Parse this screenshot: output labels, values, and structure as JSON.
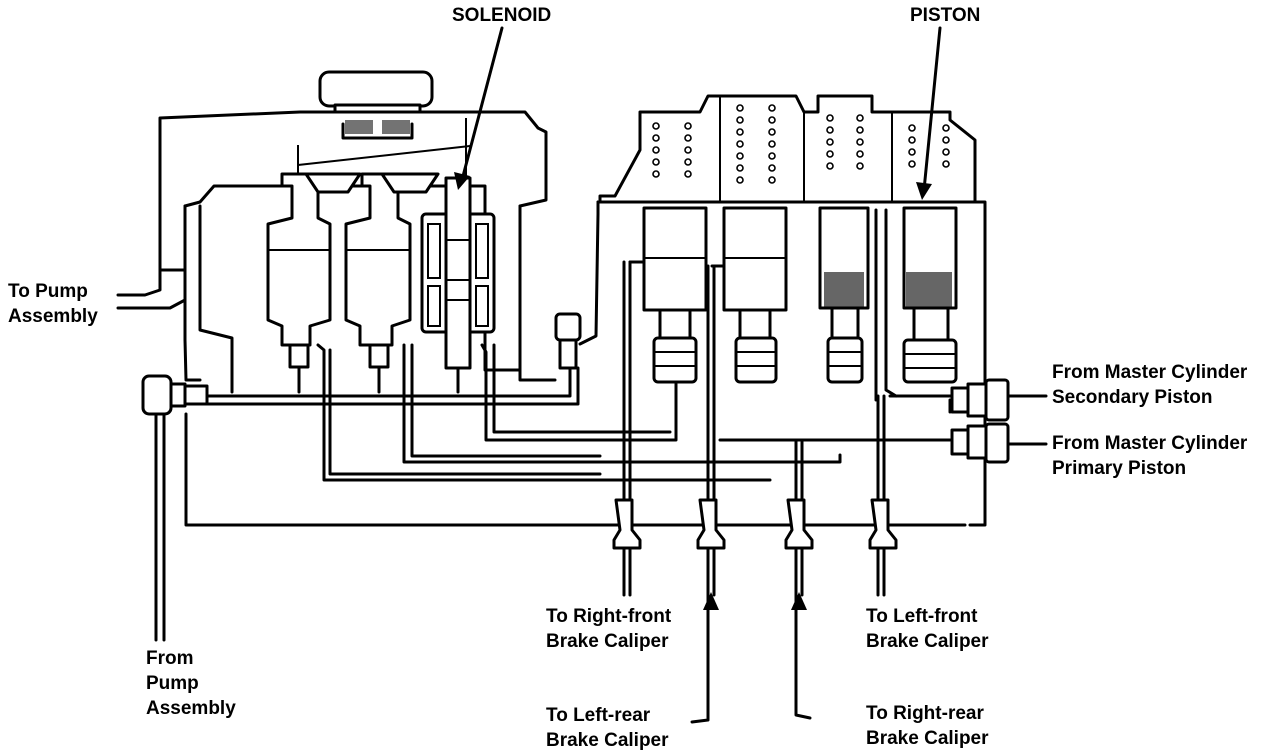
{
  "labels": {
    "solenoid": "SOLENOID",
    "piston": "PISTON",
    "to_pump": [
      "To Pump",
      "Assembly"
    ],
    "from_pump": [
      "From",
      "Pump",
      "Assembly"
    ],
    "from_secondary": [
      "From Master Cylinder",
      "Secondary Piston"
    ],
    "from_primary": [
      "From Master Cylinder",
      "Primary Piston"
    ],
    "right_front": [
      "To Right-front",
      "Brake Caliper"
    ],
    "left_front": [
      "To Left-front",
      "Brake Caliper"
    ],
    "left_rear": [
      "To Left-rear",
      "Brake Caliper"
    ],
    "right_rear": [
      "To Right-rear",
      "Brake Caliper"
    ]
  },
  "colors": {
    "ink": "#000000",
    "paper": "#ffffff"
  }
}
